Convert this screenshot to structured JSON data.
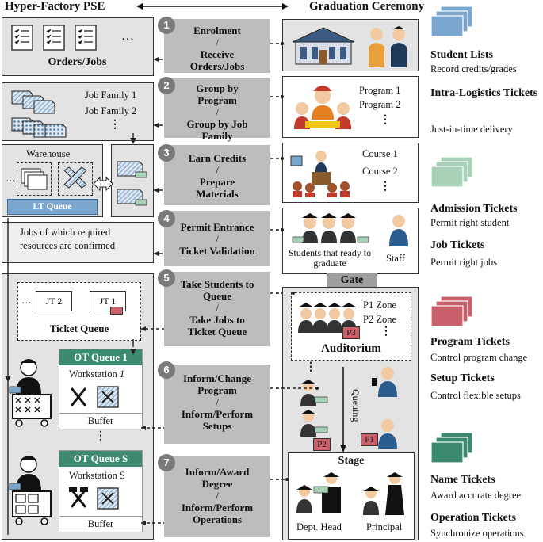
{
  "headers": {
    "left": "Hyper-Factory PSE",
    "right": "Graduation Ceremony"
  },
  "steps": [
    {
      "num": "1",
      "top": "Enrolment",
      "bottom": "Receive Orders/Jobs"
    },
    {
      "num": "2",
      "top": "Group by Program",
      "bottom": "Group by Job Family"
    },
    {
      "num": "3",
      "top": "Earn Credits",
      "bottom": "Prepare Materials"
    },
    {
      "num": "4",
      "top": "Permit Entrance",
      "bottom": "Ticket Validation"
    },
    {
      "num": "5",
      "top": "Take Students to Queue",
      "bottom": "Take Jobs to Ticket Queue"
    },
    {
      "num": "6",
      "top": "Inform/Change Program",
      "bottom": "Inform/Perform Setups"
    },
    {
      "num": "7",
      "top": "Inform/Award Degree",
      "bottom": "Inform/Perform Operations"
    }
  ],
  "slash": "/",
  "left": {
    "orders_label": "Orders/Jobs",
    "ellipsis": "…",
    "job_family_1": "Job Family 1",
    "job_family_2": "Job Family 2",
    "vdots": "⋮",
    "warehouse": "Warehouse",
    "lt_queue": "LT Queue",
    "confirmed_note": "Jobs of which required resources are confirmed",
    "jt2": "JT 2",
    "jt1": "JT 1",
    "ticket_queue": "Ticket Queue",
    "ot_queue_1": "OT Queue 1",
    "workstation_1": "Workstation",
    "workstation_1_num": "1",
    "buffer": "Buffer",
    "ot_queue_s": "OT Queue S",
    "workstation_s": "Workstation S"
  },
  "right": {
    "program_1": "Program 1",
    "program_2": "Program 2",
    "course_1": "Course 1",
    "course_2": "Course 2",
    "students_ready": "Students that ready to graduate",
    "staff": "Staff",
    "gate": "Gate",
    "p1_zone": "P1 Zone",
    "p2_zone": "P2 Zone",
    "p3": "P3",
    "p1": "P1",
    "p2": "P2",
    "auditorium": "Auditorium",
    "queuing": "Queuing",
    "stage": "Stage",
    "dept_head": "Dept. Head",
    "principal": "Principal"
  },
  "tickets": [
    {
      "title": "Student Lists",
      "sub1": "Record credits/grades",
      "color": "#7ba7cf"
    },
    {
      "title": "Intra-Logistics Tickets",
      "sub1": "Just-in-time delivery",
      "color": "#7ba7cf"
    },
    {
      "title": "Admission Tickets",
      "sub1": "Permit right student",
      "color": "#a8d2b8"
    },
    {
      "title": "Job Tickets",
      "sub1": "Permit right jobs",
      "color": "#a8d2b8"
    },
    {
      "title": "Program Tickets",
      "sub1": "Control program change",
      "color": "#c9606c"
    },
    {
      "title": "Setup Tickets",
      "sub1": "Control flexible setups",
      "color": "#c9606c"
    },
    {
      "title": "Name Tickets",
      "sub1": "Award accurate degree",
      "color": "#3c8b6e"
    },
    {
      "title": "Operation Tickets",
      "sub1": "Synchronize operations",
      "color": "#3c8b6e"
    }
  ],
  "colors": {
    "blue": "#7ba7cf",
    "mint": "#a8d2b8",
    "red": "#c9606c",
    "green": "#3c8b6e",
    "gray": "#bdbdbd"
  }
}
